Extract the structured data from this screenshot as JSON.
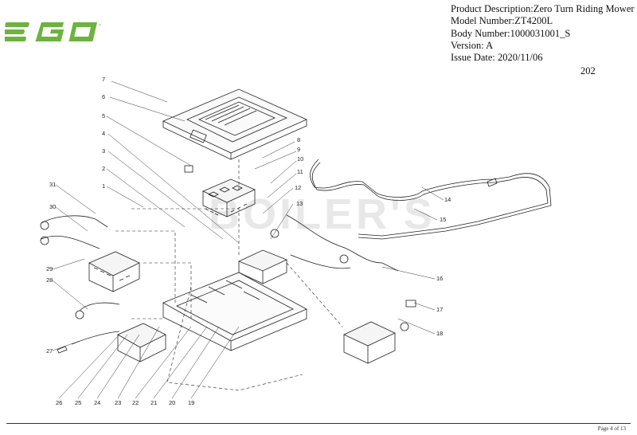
{
  "header": {
    "brand": "EGO",
    "brand_color": "#6cb33f",
    "product_description": "Product Description:Zero Turn Riding Mower",
    "model_number": "Model Number:ZT4200L",
    "body_number": "Body Number:1000031001_S",
    "version": "Version: A",
    "issue_date": "Issue Date: 2020/11/06"
  },
  "diagram": {
    "section_number": "202",
    "watermark": "BOILER'S",
    "callouts": [
      "1",
      "2",
      "3",
      "4",
      "5",
      "6",
      "7",
      "8",
      "9",
      "10",
      "11",
      "12",
      "13",
      "14",
      "15",
      "16",
      "17",
      "18",
      "19",
      "20",
      "21",
      "22",
      "23",
      "24",
      "25",
      "26",
      "27",
      "28",
      "29",
      "30",
      "31"
    ]
  },
  "footer": {
    "page_label": "Page 4 of 13"
  }
}
